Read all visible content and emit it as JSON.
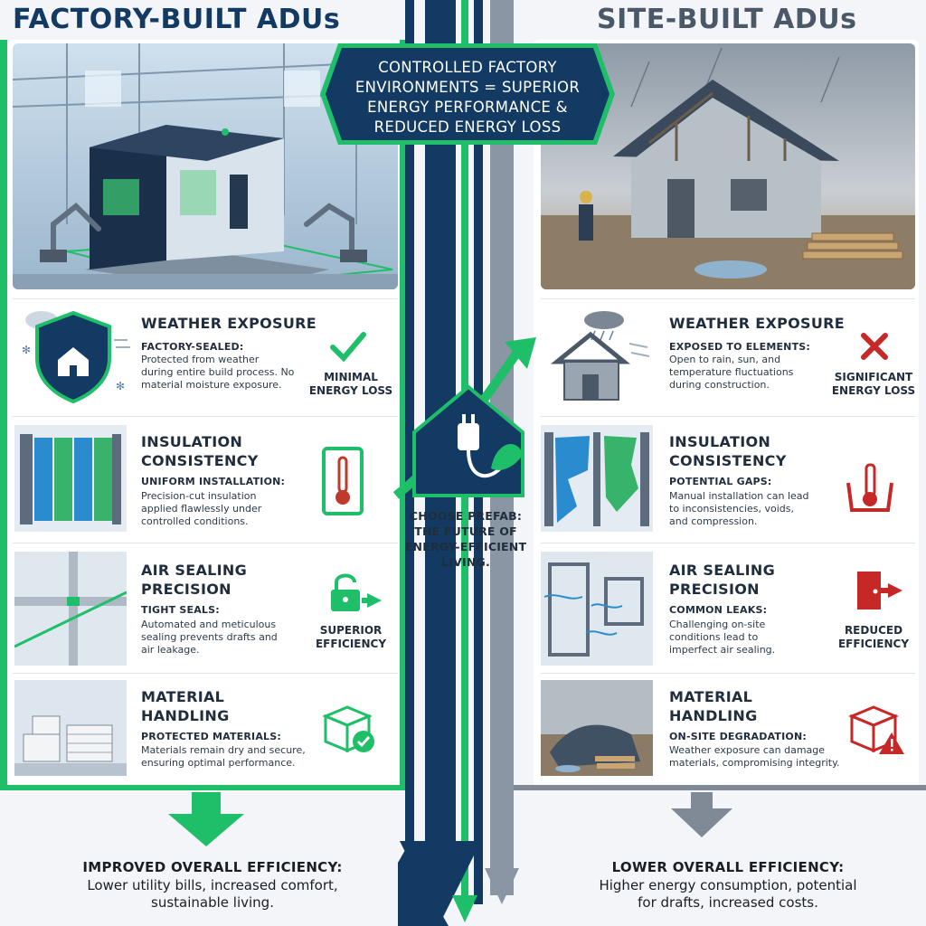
{
  "titles": {
    "left": "FACTORY-BUILT ADUs",
    "right": "SITE-BUILT ADUs"
  },
  "banner": {
    "line1": "CONTROLLED FACTORY",
    "line2": "ENVIRONMENTS = SUPERIOR",
    "line3": "ENERGY PERFORMANCE &",
    "line4": "REDUCED ENERGY LOSS"
  },
  "center": {
    "line1": "CHOOSE PREFAB:",
    "line2": "THE FUTURE OF",
    "line3": "ENERGY-EFFICIENT",
    "line4": "LIVING.",
    "icon": "house-plug-leaf-icon"
  },
  "left_rows": [
    {
      "title1": "WEATHER EXPOSURE",
      "title2": "",
      "sub": "FACTORY-SEALED:",
      "body": [
        "Protected from weather",
        "during entire build process. No",
        "material moisture exposure."
      ],
      "status": [
        "MINIMAL",
        "ENERGY LOSS"
      ],
      "icon": "shield-house-icon",
      "status_icon": "checkmark-icon"
    },
    {
      "title1": "INSULATION",
      "title2": "CONSISTENCY",
      "sub": "UNIFORM INSTALLATION:",
      "body": [
        "Precision-cut insulation",
        "applied flawlessly under",
        "controlled conditions."
      ],
      "status": [],
      "icon": "insulation-panel-icon",
      "status_icon": "thermometer-icon"
    },
    {
      "title1": "AIR SEALING",
      "title2": "PRECISION",
      "sub": "TIGHT SEALS:",
      "body": [
        "Automated and meticulous",
        "sealing prevents drafts and",
        "air leakage."
      ],
      "status": [
        "SUPERIOR",
        "EFFICIENCY"
      ],
      "icon": "sealed-joint-icon",
      "status_icon": "lock-arrow-icon"
    },
    {
      "title1": "MATERIAL",
      "title2": "HANDLING",
      "sub": "PROTECTED MATERIALS:",
      "body": [
        "Materials remain dry and secure,",
        "ensuring optimal performance."
      ],
      "status": [],
      "icon": "stacked-materials-icon",
      "status_icon": "box-check-icon"
    }
  ],
  "right_rows": [
    {
      "title1": "WEATHER EXPOSURE",
      "title2": "",
      "sub": "EXPOSED TO ELEMENTS:",
      "body": [
        "Open to rain, sun, and",
        "temperature fluctuations",
        "during construction."
      ],
      "status": [
        "SIGNIFICANT",
        "ENERGY LOSS"
      ],
      "icon": "open-frame-house-icon",
      "status_icon": "x-mark-icon"
    },
    {
      "title1": "INSULATION",
      "title2": "CONSISTENCY",
      "sub": "POTENTIAL GAPS:",
      "body": [
        "Manual installation can lead",
        "to inconsistencies, voids,",
        "and compression."
      ],
      "status": [],
      "icon": "gapped-insulation-icon",
      "status_icon": "thermometer-hot-icon"
    },
    {
      "title1": "AIR SEALING",
      "title2": "PRECISION",
      "sub": "COMMON LEAKS:",
      "body": [
        "Challenging on-site",
        "conditions lead to",
        "imperfect air sealing."
      ],
      "status": [
        "REDUCED",
        "EFFICIENCY"
      ],
      "icon": "leaky-window-icon",
      "status_icon": "door-exit-icon"
    },
    {
      "title1": "MATERIAL",
      "title2": "HANDLING",
      "sub": "ON-SITE DEGRADATION:",
      "body": [
        "Weather exposure can damage",
        "materials, compromising integrity."
      ],
      "status": [],
      "icon": "tarp-lumber-icon",
      "status_icon": "box-warning-icon"
    }
  ],
  "bottom": {
    "left_title": "IMPROVED OVERALL EFFICIENCY:",
    "left_body": [
      "Lower utility bills, increased comfort,",
      "sustainable living."
    ],
    "right_title": "LOWER OVERALL EFFICIENCY:",
    "right_body": [
      "Higher energy consumption, potential",
      "for drafts, increased costs."
    ]
  },
  "colors": {
    "navy": "#123a63",
    "green": "#1fbf6a",
    "grey": "#7f8a96",
    "red": "#c62828"
  }
}
